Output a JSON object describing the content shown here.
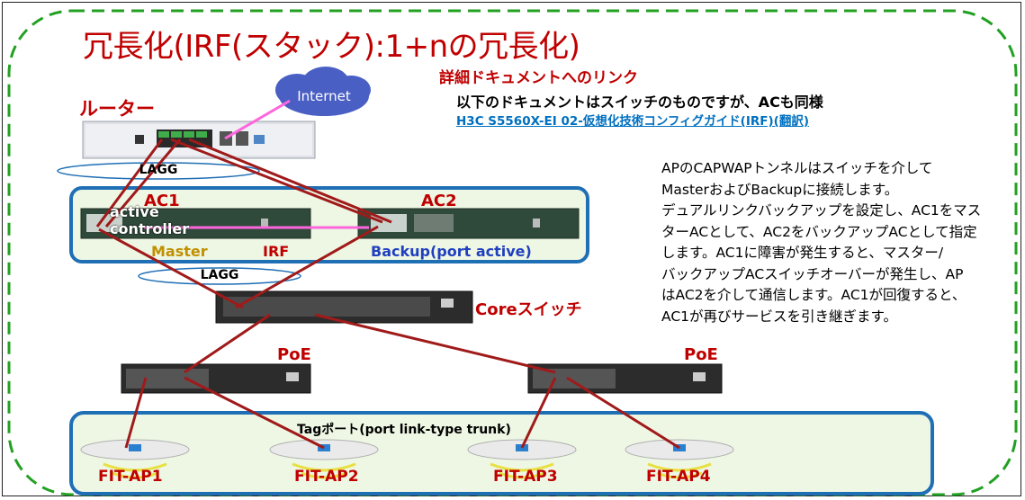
{
  "title": "冗長化(IRF(スタック):1+nの冗長化)",
  "doc_link_section": {
    "heading": "詳細ドキュメントへのリンク",
    "description": "以下のドキュメントはスイッチのものですが、ACも同様",
    "link_text": "H3C S5560X-EI 02-仮想化技術コンフィグガイド(IRF)(翻訳)"
  },
  "router": {
    "label": "ルーター"
  },
  "internet": {
    "label": "Internet"
  },
  "lagg_labels": [
    "LAGG",
    "LAGG"
  ],
  "controllers": {
    "ac1": {
      "label": "AC1",
      "state_line1": "active",
      "state_line2": "controller",
      "role": "Master"
    },
    "ac2": {
      "label": "AC2",
      "role": "Backup(port active)"
    },
    "irf_label": "IRF"
  },
  "core_switch": {
    "label": "Coreスイッチ"
  },
  "poe_switches": [
    {
      "label": "PoE"
    },
    {
      "label": "PoE"
    }
  ],
  "tag_port_label": "Tagポート(port link-type trunk)",
  "access_points": [
    {
      "label": "FIT-AP1"
    },
    {
      "label": "FIT-AP2"
    },
    {
      "label": "FIT-AP3"
    },
    {
      "label": "FIT-AP4"
    }
  ],
  "explanation_lines": [
    "APのCAPWAPトンネルはスイッチを介して",
    "MasterおよびBackupに接続します。",
    "デュアルリンクバックアップを設定し、AC1をマス",
    "ターACとして、AC2をバックアップACとして指定",
    "します。AC1に障害が発生すると、マスター/",
    "バックアップACスイッチオーバーが発生し、AP",
    "はAC2を介して通信します。AC1が回復すると、",
    "AC1が再びサービスを引き継ぎます。"
  ],
  "colors": {
    "accent_red": "#c00000",
    "dashed_border": "#22a022",
    "group_border": "#1f6fb5",
    "group_fill": "#eef7e4",
    "irf_link": "#ff66dd",
    "link_blue": "#0070c0"
  }
}
